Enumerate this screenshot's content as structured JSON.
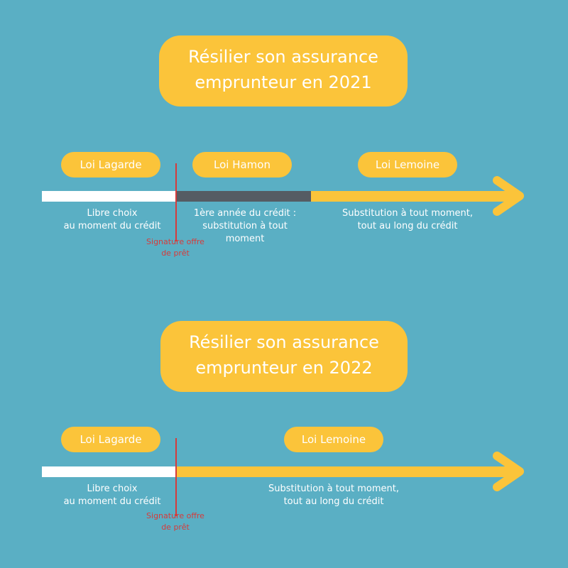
{
  "colors": {
    "background": "#5aafc4",
    "accent_yellow": "#fbc43a",
    "bar_white": "#ffffff",
    "bar_dark": "#555c63",
    "marker_red": "#d63b3b"
  },
  "section_2021": {
    "title": "Résilier son assurance\nemprunteur en 2021",
    "laws": [
      "Loi Lagarde",
      "Loi Hamon",
      "Loi Lemoine"
    ],
    "captions": [
      "Libre choix\nau moment du crédit",
      "1ère année du crédit :\nsubstitution à tout\nmoment",
      "Substitution à tout moment,\ntout au long du crédit"
    ],
    "marker_label": "Signature offre\nde prêt"
  },
  "section_2022": {
    "title": "Résilier son assurance\nemprunteur en 2022",
    "laws": [
      "Loi Lagarde",
      "Loi Lemoine"
    ],
    "captions": [
      "Libre choix\nau moment du crédit",
      "Substitution à tout moment,\ntout au long du crédit"
    ],
    "marker_label": "Signature offre\nde prêt"
  }
}
